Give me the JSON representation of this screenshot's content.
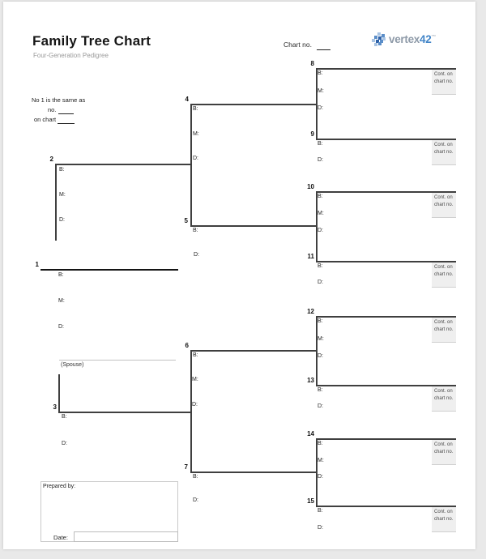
{
  "header": {
    "title": "Family Tree Chart",
    "subtitle": "Four-Generation Pedigree",
    "chart_no_label": "Chart no."
  },
  "logo": {
    "brand_prefix": "vertex",
    "brand_suffix": "42",
    "trademark": "™"
  },
  "note": {
    "line1": "No 1 is the same as",
    "no_label": "no.",
    "on_chart_label": "on chart"
  },
  "field_labels": {
    "birth": "B:",
    "marriage": "M:",
    "death": "D:"
  },
  "spouse_label": "(Spouse)",
  "cont_box": {
    "line1": "Cont. on",
    "line2": "chart no."
  },
  "footer": {
    "prepared_by_label": "Prepared by:",
    "date_label": "Date:"
  },
  "persons": [
    {
      "number": "1"
    },
    {
      "number": "2"
    },
    {
      "number": "3"
    },
    {
      "number": "4"
    },
    {
      "number": "5"
    },
    {
      "number": "6"
    },
    {
      "number": "7"
    },
    {
      "number": "8"
    },
    {
      "number": "9"
    },
    {
      "number": "10"
    },
    {
      "number": "11"
    },
    {
      "number": "12"
    },
    {
      "number": "13"
    },
    {
      "number": "14"
    },
    {
      "number": "15"
    }
  ],
  "colors": {
    "tree_line": "#3f3f3f",
    "cont_box_gray": "#efefef",
    "logo_gray": "#8e9aa8",
    "logo_blue": "#4285c8"
  }
}
